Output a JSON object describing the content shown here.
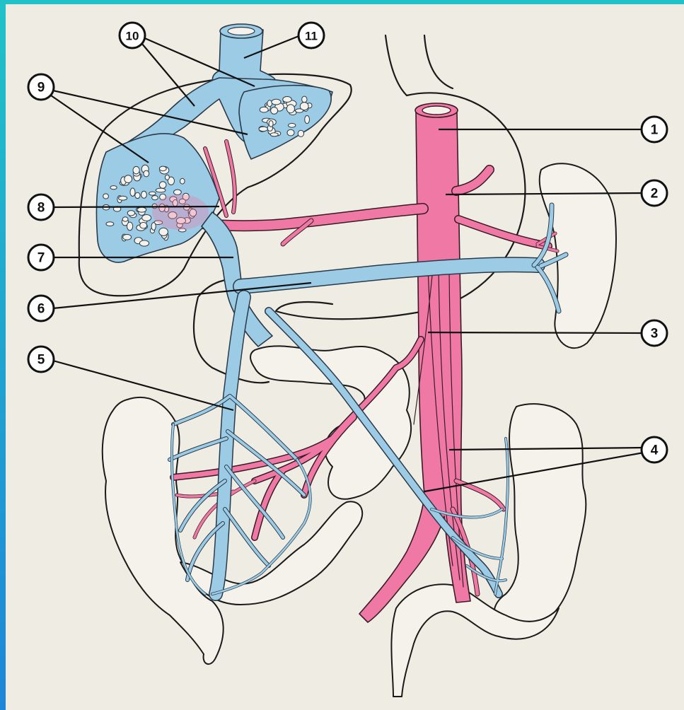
{
  "labels": {
    "n1": "1",
    "n2": "2",
    "n3": "3",
    "n4": "4",
    "n5": "5",
    "n6": "6",
    "n7": "7",
    "n8": "8",
    "n9": "9",
    "n10": "10",
    "n11": "11"
  },
  "colors": {
    "background": "#efede3",
    "frame": "#1fb9c9",
    "vein": "#9ccbe6",
    "artery": "#ef79a4",
    "outline": "#1a1a1a"
  }
}
